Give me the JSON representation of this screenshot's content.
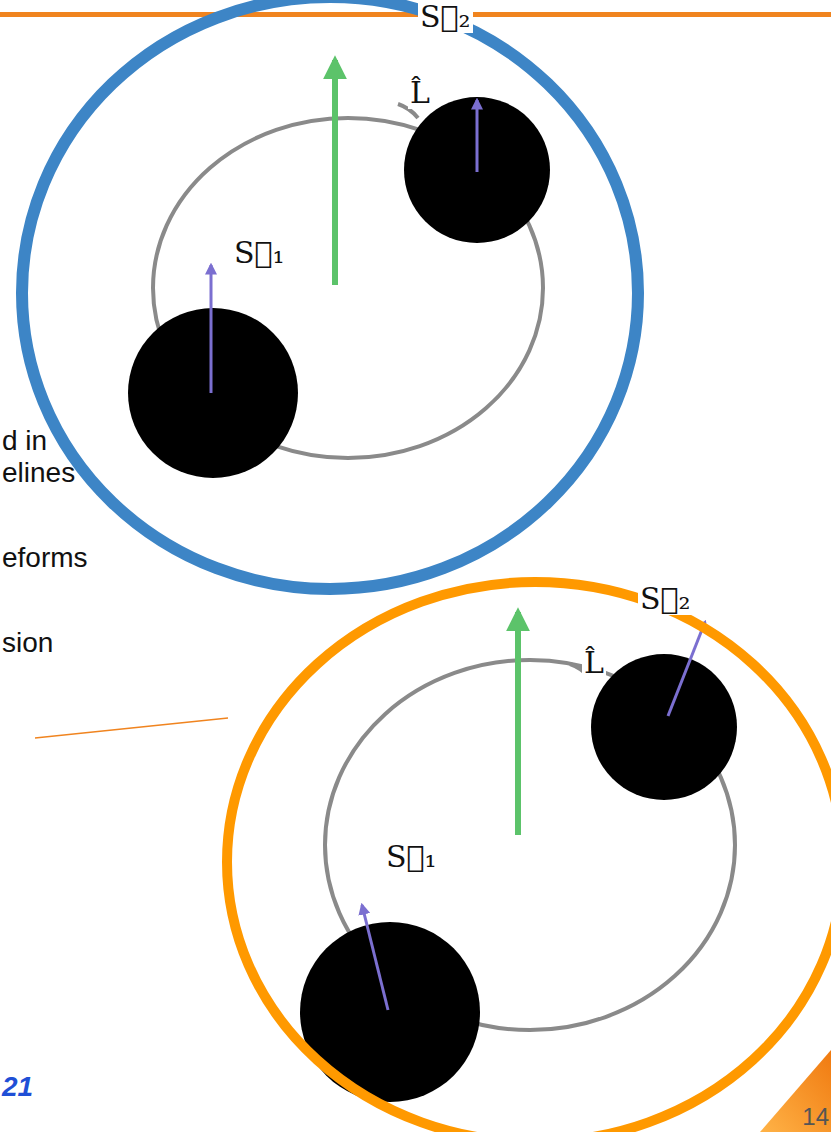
{
  "diagram": {
    "labels": [
      "S⃗₂",
      "L̂",
      "S⃗₁",
      "d in",
      "elines",
      "eforms",
      "sion",
      "S⃗₂",
      "L̂",
      "S⃗₁",
      "21",
      "14"
    ]
  }
}
